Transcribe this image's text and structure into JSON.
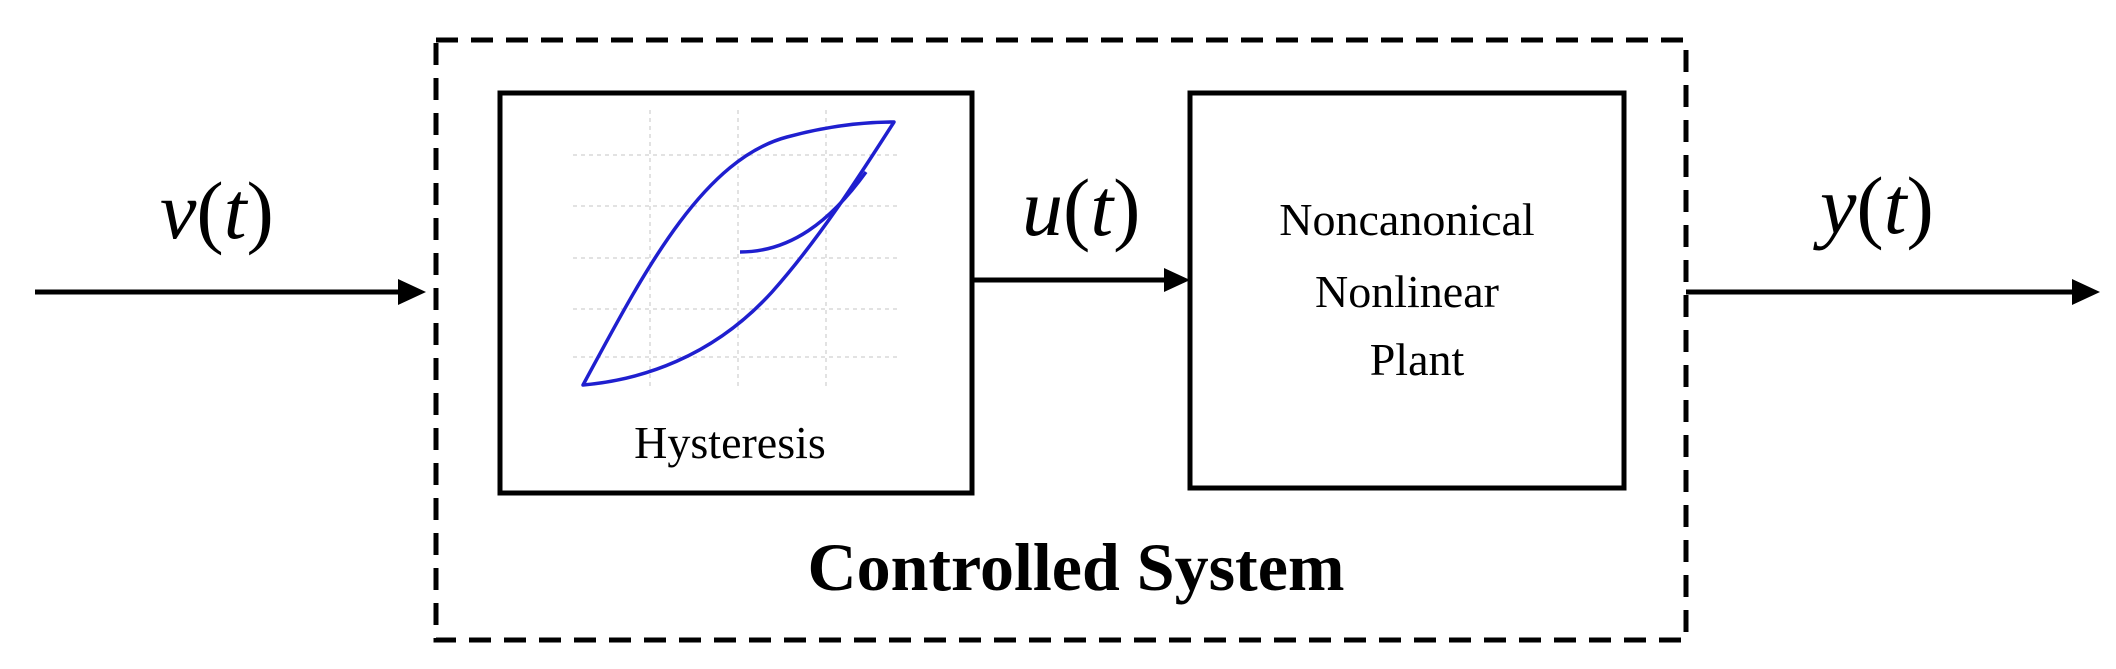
{
  "signals": {
    "input": {
      "name": "v",
      "arg": "t"
    },
    "intermediate": {
      "name": "u",
      "arg": "t"
    },
    "output": {
      "name": "y",
      "arg": "t"
    }
  },
  "blocks": {
    "hysteresis": {
      "label": "Hysteresis",
      "curve_color": "#1f1fcf"
    },
    "plant": {
      "label_lines": [
        "Noncanonical",
        "Nonlinear",
        "Plant"
      ]
    }
  },
  "system": {
    "label": "Controlled System"
  },
  "colors": {
    "line": "#000000",
    "curve": "#1f1fcf",
    "grid": "#d9d9d9",
    "background": "#ffffff"
  }
}
